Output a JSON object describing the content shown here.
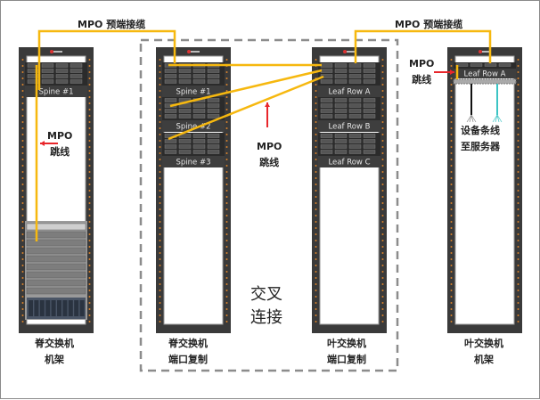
{
  "cables": {
    "top_left": "MPO 预端接缆",
    "top_right": "MPO 预端接缆"
  },
  "jumpers": {
    "left": [
      "MPO",
      "跳线"
    ],
    "middle": [
      "MPO",
      "跳线"
    ],
    "right": [
      "MPO",
      "跳线"
    ]
  },
  "server_cables": [
    "设备条线",
    "至服务器"
  ],
  "cross_connect": [
    "交叉",
    "连接"
  ],
  "racks": [
    {
      "id": "spine-rack",
      "switch_labels": [
        "Spine #1"
      ],
      "caption": [
        "脊交换机",
        "机架"
      ]
    },
    {
      "id": "spine-replica",
      "switch_labels": [
        "Spine #1",
        "Spine #2",
        "Spine #3"
      ],
      "caption": [
        "脊交换机",
        "端口复制"
      ]
    },
    {
      "id": "leaf-replica",
      "switch_labels": [
        "Leaf Row A",
        "Leaf Row B",
        "Leaf Row C"
      ],
      "caption": [
        "叶交换机",
        "端口复制"
      ]
    },
    {
      "id": "leaf-rack",
      "switch_labels": [
        "Leaf Row A"
      ],
      "caption": [
        "叶交换机",
        "机架"
      ]
    }
  ],
  "colors": {
    "cable": "#f6b80f",
    "arrow": "#e8262b",
    "rack": "#3a3a3a",
    "aqua": "#3cc4c4"
  }
}
